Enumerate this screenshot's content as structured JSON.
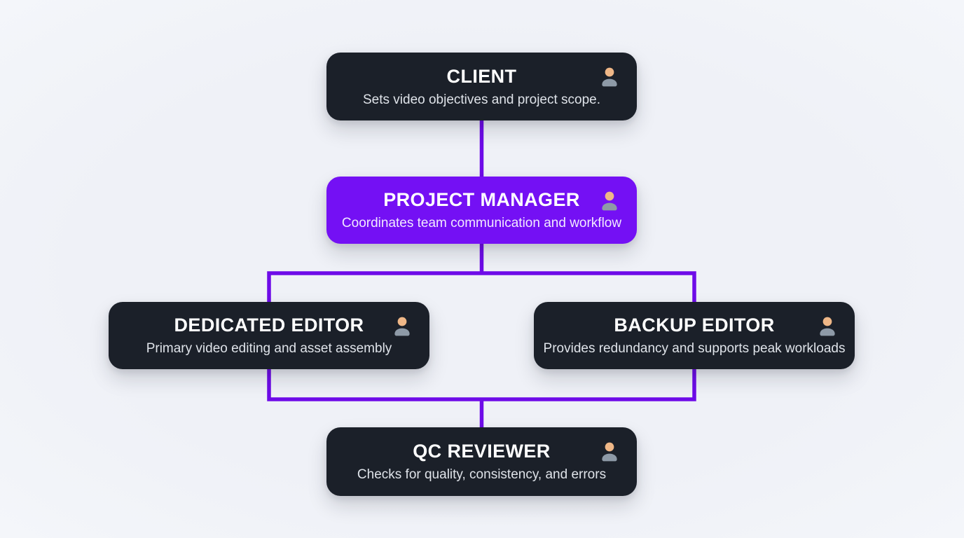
{
  "diagram": {
    "title": "video-production-team-org-chart",
    "nodes": [
      {
        "id": "client",
        "title": "CLIENT",
        "subtitle": "Sets video objectives and project scope.",
        "variant": "dark",
        "icon": "person-icon"
      },
      {
        "id": "project-manager",
        "title": "PROJECT MANAGER",
        "subtitle": "Coordinates team communication and workflow",
        "variant": "accent",
        "icon": "person-icon"
      },
      {
        "id": "dedicated-editor",
        "title": "DEDICATED EDITOR",
        "subtitle": "Primary video editing and asset assembly",
        "variant": "dark",
        "icon": "person-icon"
      },
      {
        "id": "backup-editor",
        "title": "BACKUP EDITOR",
        "subtitle": "Provides redundancy and supports peak workloads",
        "variant": "dark",
        "icon": "person-icon"
      },
      {
        "id": "qc-reviewer",
        "title": "QC REVIEWER",
        "subtitle": "Checks for quality, consistency, and errors",
        "variant": "dark",
        "icon": "person-icon"
      }
    ],
    "edges": [
      {
        "from": "client",
        "to": "project-manager"
      },
      {
        "from": "project-manager",
        "to": "dedicated-editor"
      },
      {
        "from": "project-manager",
        "to": "backup-editor"
      },
      {
        "from": "dedicated-editor",
        "to": "qc-reviewer"
      },
      {
        "from": "backup-editor",
        "to": "qc-reviewer"
      }
    ],
    "colors": {
      "background": "#eff1f7",
      "node_dark": "#1b2029",
      "node_accent": "#7410f4",
      "connector": "#6e0be8",
      "icon_head": "#efb787",
      "icon_body": "#8e9aa7",
      "title_text": "#ffffff",
      "subtitle_dark": "#dfe3e9",
      "subtitle_accent": "#f1e9ff"
    }
  }
}
